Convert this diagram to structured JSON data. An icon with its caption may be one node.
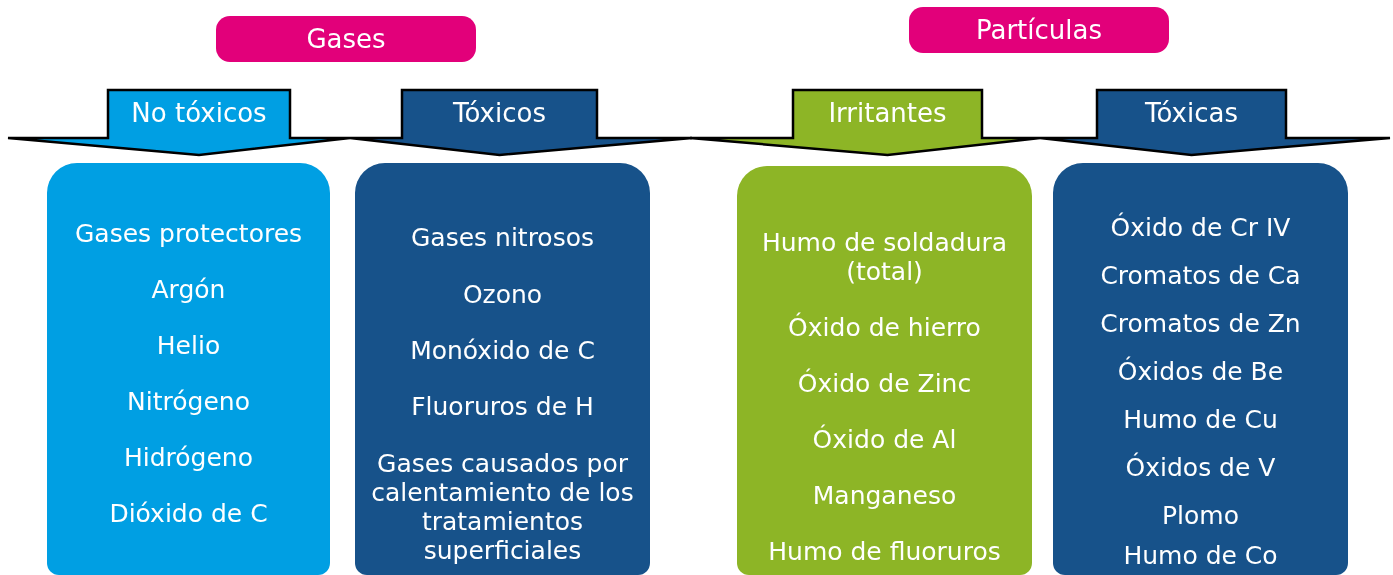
{
  "diagram": {
    "nodes": [
      {
        "text": [
          "Gases"
        ]
      },
      {
        "text": [
          "No tóxicos"
        ]
      },
      {
        "text": [
          "Tóxicos"
        ]
      },
      {
        "text": [
          "Partículas"
        ]
      },
      {
        "text": [
          "Irritantes"
        ]
      },
      {
        "text": [
          "Tóxicas"
        ]
      },
      {
        "text": [
          "Gases protectores",
          "Argón",
          "Helio",
          "Nitrógeno",
          "Hidrógeno",
          "Dióxido de C"
        ]
      },
      {
        "text": [
          "Gases nitrosos",
          "Ozono",
          "Monóxido de C",
          "Fluoruros de H",
          "Gases causados por calentamiento de los tratamientos superficiales"
        ]
      },
      {
        "text": [
          "Humo de soldadura (total)",
          "Óxido de hierro",
          "Óxido de Zinc",
          "Óxido de Al",
          "Manganeso",
          "Humo de fluoruros"
        ]
      },
      {
        "text": [
          "Óxido de Cr IV",
          "Cromatos de Ca",
          "Cromatos de Zn",
          "Óxidos de Be",
          "Humo de Cu",
          "Óxidos de V",
          "Plomo",
          "Humo de Co"
        ]
      }
    ]
  }
}
